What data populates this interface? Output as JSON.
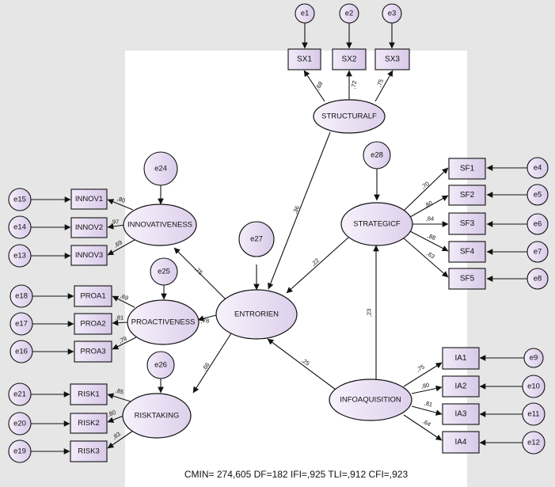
{
  "latents": {
    "structuralf": "STRUCTURALF",
    "strategicf": "STRATEGICF",
    "innovativeness": "INNOVATIVENESS",
    "proactiveness": "PROACTIVENESS",
    "risktaking": "RISKTAKING",
    "entrorien": "ENTRORIEN",
    "infoaquisition": "INFOAQUISITION"
  },
  "observed": {
    "sx1": "SX1",
    "sx2": "SX2",
    "sx3": "SX3",
    "sf1": "SF1",
    "sf2": "SF2",
    "sf3": "SF3",
    "sf4": "SF4",
    "sf5": "SF5",
    "innov1": "INNOV1",
    "innov2": "INNOV2",
    "innov3": "INNOV3",
    "proa1": "PROA1",
    "proa2": "PROA2",
    "proa3": "PROA3",
    "risk1": "RISK1",
    "risk2": "RISK2",
    "risk3": "RISK3",
    "ia1": "IA1",
    "ia2": "IA2",
    "ia3": "IA3",
    "ia4": "IA4"
  },
  "errors": {
    "e1": "e1",
    "e2": "e2",
    "e3": "e3",
    "e4": "e4",
    "e5": "e5",
    "e6": "e6",
    "e7": "e7",
    "e8": "e8",
    "e9": "e9",
    "e10": "e10",
    "e11": "e11",
    "e12": "e12",
    "e13": "e13",
    "e14": "e14",
    "e15": "e15",
    "e16": "e16",
    "e17": "e17",
    "e18": "e18",
    "e19": "e19",
    "e20": "e20",
    "e21": "e21",
    "e24": "e24",
    "e25": "e25",
    "e26": "e26",
    "e27": "e27",
    "e28": "e28"
  },
  "coefficients": {
    "sx1": ",68",
    "sx2": ",72",
    "sx3": ",75",
    "sf1": ",70",
    "sf2": ",80",
    "sf3": ",84",
    "sf4": ",88",
    "sf5": ",63",
    "innov1": ",80",
    "innov2": ",97",
    "innov3": ",69",
    "proa1": ",69",
    "proa2": ",81",
    "proa3": ",79",
    "risk1": ",85",
    "risk2": ",80",
    "risk3": ",83",
    "ia1": ",75",
    "ia2": ",80",
    "ia3": ",81",
    "ia4": ",64",
    "entr_innov": ",75",
    "entr_proa": ",78",
    "entr_risk": ",66",
    "struct_entr": ",36",
    "strat_entr": ",22",
    "info_entr": ",25",
    "info_strat": ",23"
  },
  "fit": "CMIN= 274,605 DF=182 IFI=,925 TLI=,912  CFI=,923",
  "colors": {
    "background": "#e6e6e6",
    "canvas": "#ffffff",
    "node_fill": "#e8ddf3",
    "stroke": "#111111"
  }
}
